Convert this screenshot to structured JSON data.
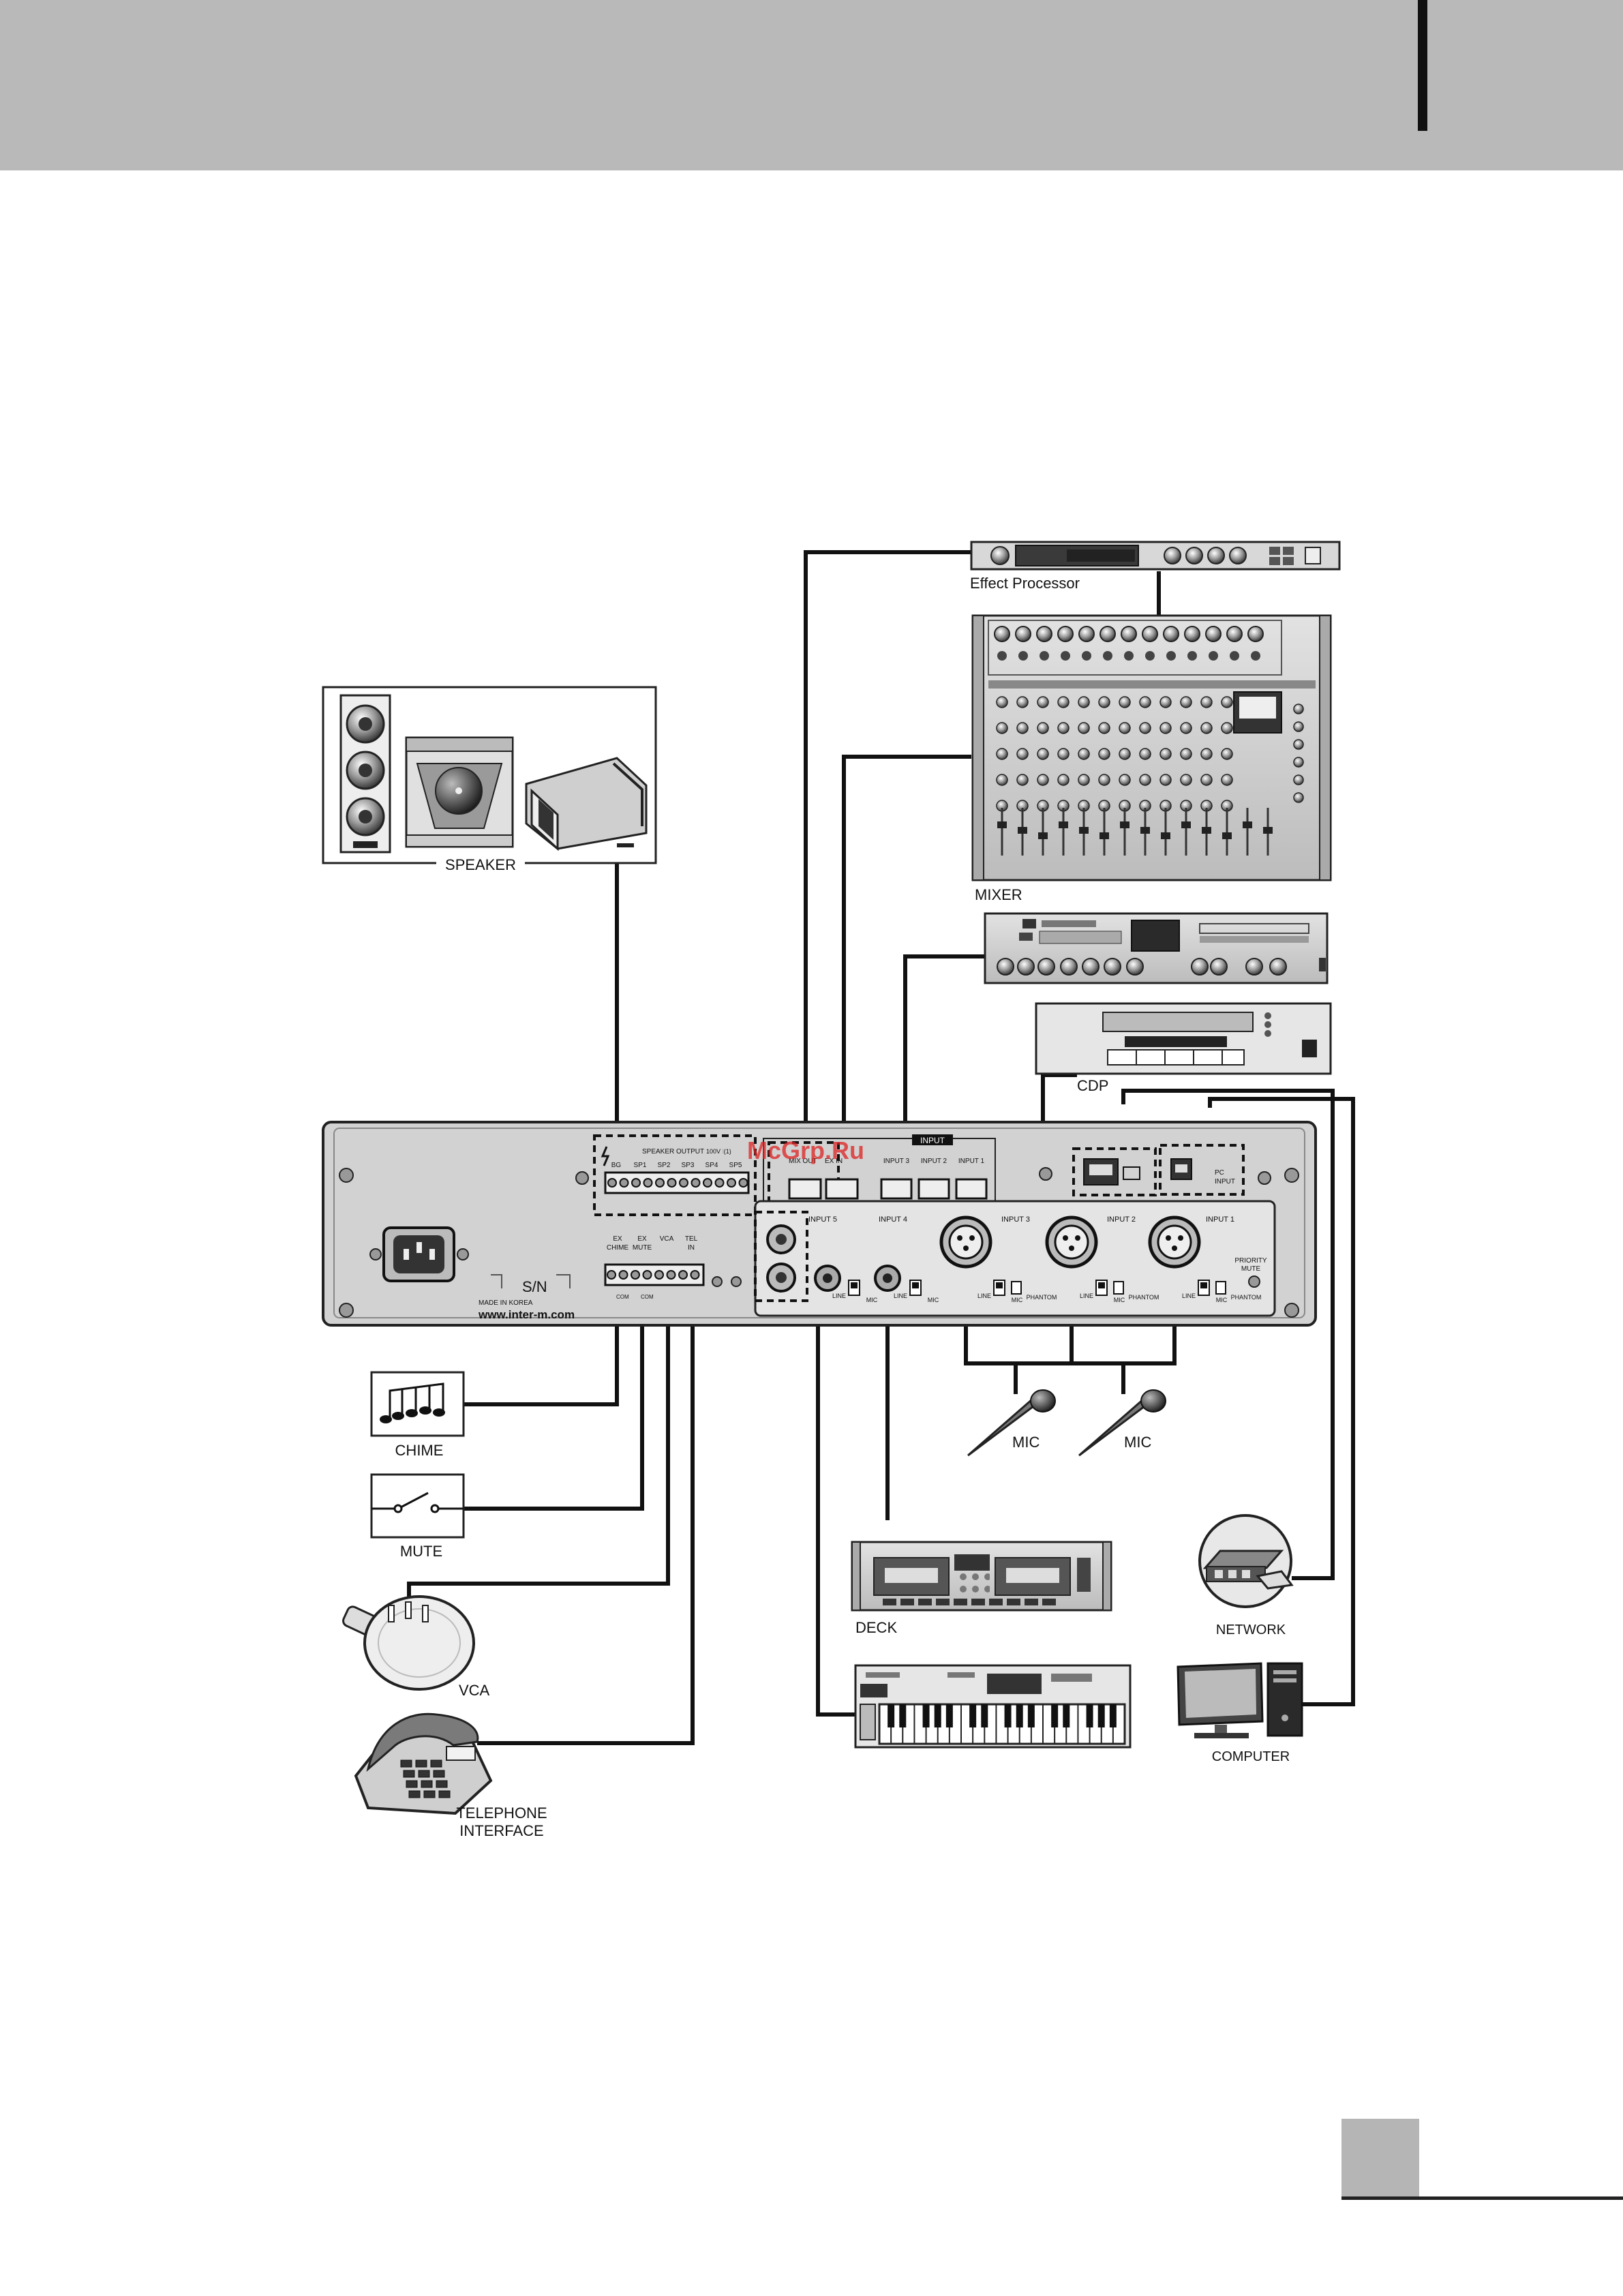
{
  "devices": {
    "effect_processor": "Effect Processor",
    "mixer": "MIXER",
    "cdp": "CDP",
    "speaker": "SPEAKER",
    "chime": "CHIME",
    "mute": "MUTE",
    "vca": "VCA",
    "telephone_line1": "TELEPHONE",
    "telephone_line2": "INTERFACE",
    "mic_left": "MIC",
    "mic_right": "MIC",
    "deck": "DECK",
    "network": "NETWORK",
    "computer": "COMPUTER"
  },
  "amplifier": {
    "speaker_output": "SPEAKER OUTPUT",
    "speaker_output_spec": "100V  ⫶(1)",
    "speaker_terminals": [
      "BG",
      "SP1",
      "SP2",
      "SP3",
      "SP4",
      "SP5"
    ],
    "input_header": "INPUT",
    "mix_out": "MIX OUT",
    "ex_in": "EX IN",
    "rear_inputs": [
      "INPUT 3",
      "INPUT 2",
      "INPUT 1"
    ],
    "control_terminals": [
      {
        "line1": "EX",
        "line2": "CHIME"
      },
      {
        "line1": "EX",
        "line2": "MUTE"
      },
      {
        "line1": "VCA",
        "line2": ""
      },
      {
        "line1": "TEL",
        "line2": "IN"
      }
    ],
    "front_inputs": [
      "INPUT 5",
      "INPUT 4",
      "INPUT 3",
      "INPUT 2",
      "INPUT 1"
    ],
    "switch_line": "LINE",
    "switch_mic": "MIC",
    "phantom": "PHANTOM",
    "priority_line1": "PRIORITY",
    "priority_line2": "MUTE",
    "serial": "S/N",
    "made_in": "MADE IN KOREA",
    "website": "www.inter-m.com",
    "pc_input_line1": "PC",
    "pc_input_line2": "INPUT",
    "com": "COM"
  },
  "watermark": "McGrp.Ru",
  "colors": {
    "header_band": "#b9b9b9",
    "panel": "#d2d2d2",
    "inset": "#e4e4e4",
    "ink": "#111111",
    "watermark": "#dd2222"
  }
}
